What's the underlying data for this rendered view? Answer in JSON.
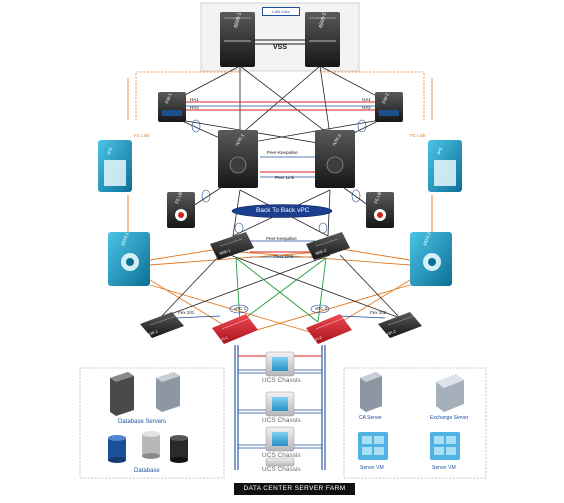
{
  "diagram": {
    "lan_core_label": "LAN Core",
    "vss_label": "VSS",
    "core_switch_1": "6509-1",
    "core_switch_2": "6509-2",
    "firewall_1": "FW-1",
    "firewall_2": "FW-2",
    "ha_labels": [
      "HA1",
      "HA2",
      "HA1",
      "HA2"
    ],
    "n7k_1": "N7K-1",
    "n7k_2": "N7K-2",
    "peer_keepalive": "Peer-Keepalive",
    "peer_link": "Peer Link",
    "back_to_back": "Back To Back vPC",
    "f5_lb_1": "F5 LB",
    "f5_lb_2": "F5 LB",
    "ips_1": "IPS",
    "ips_2": "IPS",
    "fc_link": "FC Link",
    "mds_1": "MDS-1",
    "mds_2": "MDS-2",
    "n5k_1": "N5K-1",
    "n5k_2": "N5K-2",
    "fex_101": "Fex 101",
    "fex_102": "Fex 102",
    "vpc_1": "vPC 1",
    "vpc_2": "vPC 2",
    "fi_1": "FI-1",
    "fi_2": "FI-2",
    "n2k_1": "N2K-1",
    "n2k_2": "N2K-2",
    "ucs_chassis": [
      "UCS Chassis",
      "UCS Chassis",
      "UCS Chassis",
      "UCS Chassis"
    ],
    "database_servers": "Database Servers",
    "database": "Database",
    "ca_server": "CA Server",
    "exchange_server": "Exchange Server",
    "server_vm_1": "Server VM",
    "server_vm_2": "Server VM",
    "footer": "DATA CENTER SERVER FARM"
  },
  "colors": {
    "fc_orange": "#e07b25",
    "red_link": "#d42020",
    "green_link": "#1f9a3c",
    "blue_link": "#1b4f9a",
    "teal_device": "#1d9bc4",
    "dark_device": "#2a2a2a",
    "fi_red": "#d11f2b"
  }
}
